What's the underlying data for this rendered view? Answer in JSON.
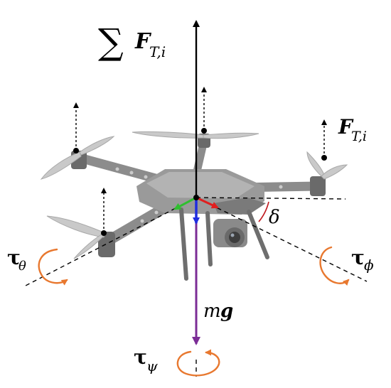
{
  "labels": {
    "sum_symbol": "∑",
    "total_thrust_F": "F",
    "total_thrust_sub": "T,i",
    "rotor_thrust_F": "F",
    "rotor_thrust_sub": "T,i",
    "delta": "δ",
    "weight_m": "m",
    "weight_g": "g",
    "tau_theta": "τ",
    "tau_theta_sub": "θ",
    "tau_phi": "τ",
    "tau_phi_sub": "ϕ",
    "tau_psi": "τ",
    "tau_psi_sub": "ψ"
  },
  "colors": {
    "arrow_black": "#000000",
    "gravity": "#7b2d96",
    "axis_z": "#1f2de0",
    "axis_x": "#e01f1f",
    "axis_y": "#2fbf2f",
    "torque": "#e8782f",
    "angle_arc": "#c0181e",
    "drone_frame": "#8c8c8c",
    "drone_dark": "#5a5a5a",
    "propeller": "#c9c9c9"
  },
  "icons": {
    "drone": "quadrotor-drone-icon",
    "torque": "rotation-arrow-icon"
  }
}
